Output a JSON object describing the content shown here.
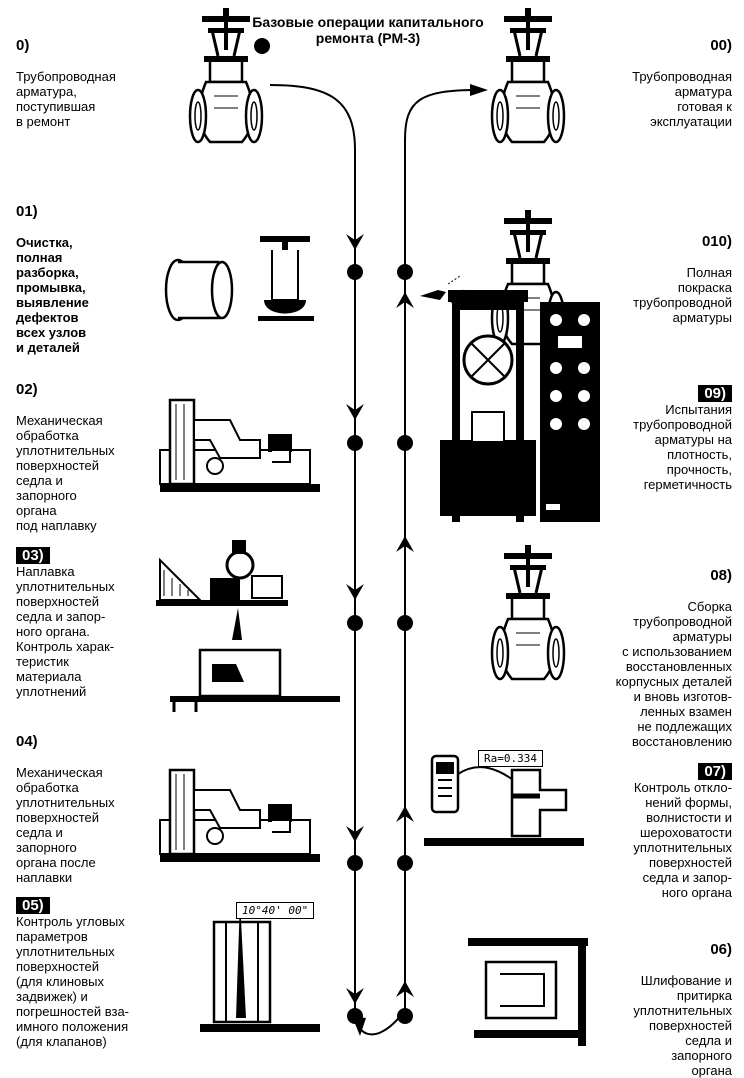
{
  "title": "Базовые операции капитального ремонта (РМ-3)",
  "steps_left": [
    {
      "num": "0)",
      "text": "Трубопроводная\nарматура,\nпоступившая\nв ремонт",
      "inverted": false
    },
    {
      "num": "01)",
      "text": "Очистка,\nполная\nразборка,\nпромывка,\nвыявление\nдефектов\nвсех узлов\nи деталей",
      "inverted": false
    },
    {
      "num": "02)",
      "text": "Механическая\nобработка\nуплотнительных\nповерхностей\nседла и\nзапорного\nоргана\nпод наплавку",
      "inverted": false
    },
    {
      "num": "03)",
      "text": "Наплавка\nуплотнительных\nповерхностей\nседла и запор-\nного органа.\nКонтроль харак-\nтеристик\nматериала\nуплотнений",
      "inverted": true
    },
    {
      "num": "04)",
      "text": "Механическая\nобработка\nуплотнительных\nповерхностей\nседла и\nзапорного\nоргана после\nнаплавки",
      "inverted": false
    },
    {
      "num": "05)",
      "text": "Контроль угловых\nпараметров\nуплотнительных\nповерхностей\n(для клиновых\nзадвижек) и\nпогрешностей вза-\nимного положения\n(для клапанов)",
      "inverted": true
    }
  ],
  "steps_right": [
    {
      "num": "00)",
      "text": "Трубопроводная\nарматура\nготовая к\nэксплуатации",
      "inverted": false
    },
    {
      "num": "010)",
      "text": "Полная\nпокраска\nтрубопроводной\nарматуры",
      "inverted": false
    },
    {
      "num": "09)",
      "text": "Испытания\nтрубопроводной\nарматуры на\nплотность,\nпрочность,\nгерметичность",
      "inverted": true
    },
    {
      "num": "08)",
      "text": "Сборка\nтрубопроводной\nарматуры\nс использованием\nвосстановленных\nкорпусных деталей\nи вновь изготов-\nленных взамен\nне подлежащих\nвосстановлению",
      "inverted": false
    },
    {
      "num": "07)",
      "text": "Контроль откло-\nнений формы,\nволнистости и\nшероховатости\nуплотнительных\nповерхностей\nседла и запор-\nного органа",
      "inverted": true
    },
    {
      "num": "06)",
      "text": "Шлифование и\nпритирка\nуплотнительных\nповерхностей\nседла и\nзапорного\nоргана",
      "inverted": false
    }
  ],
  "readouts": {
    "roughness": "Ra=0.334",
    "angle": "10°40' 00\""
  }
}
